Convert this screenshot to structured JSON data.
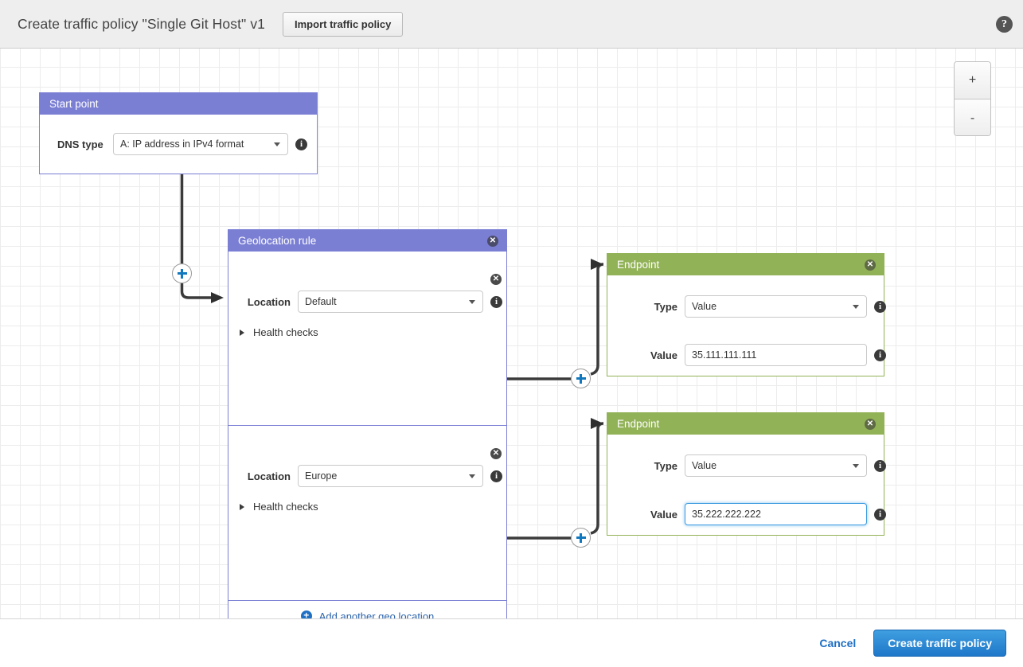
{
  "header": {
    "title": "Create traffic policy \"Single Git Host\" v1",
    "import_button": "Import traffic policy",
    "help_icon": "question-mark-icon"
  },
  "zoom_controls": {
    "zoom_in": "+",
    "zoom_out": "-"
  },
  "colors": {
    "rule_header": "#7b7fd4",
    "endpoint_header": "#92b257",
    "primary_button": "#1f77c9",
    "link": "#2a62ab",
    "focus_border": "#3b9ae1"
  },
  "start_point": {
    "title": "Start point",
    "dns_type": {
      "label": "DNS type",
      "value": "A: IP address in IPv4 format"
    }
  },
  "geolocation_rule": {
    "title": "Geolocation rule",
    "close_icon": "close-icon",
    "locations": [
      {
        "label": "Location",
        "value": "Default",
        "health_checks_label": "Health checks",
        "health_checks_expanded": false
      },
      {
        "label": "Location",
        "value": "Europe",
        "health_checks_label": "Health checks",
        "health_checks_expanded": false
      }
    ],
    "add_another": "Add another geo location"
  },
  "endpoints": [
    {
      "title": "Endpoint",
      "type_label": "Type",
      "type_value": "Value",
      "value_label": "Value",
      "value": "35.111.111.111",
      "focused": false
    },
    {
      "title": "Endpoint",
      "type_label": "Type",
      "type_value": "Value",
      "value_label": "Value",
      "value": "35.222.222.222",
      "focused": true
    }
  ],
  "actions": {
    "cancel": "Cancel",
    "create": "Create traffic policy"
  }
}
